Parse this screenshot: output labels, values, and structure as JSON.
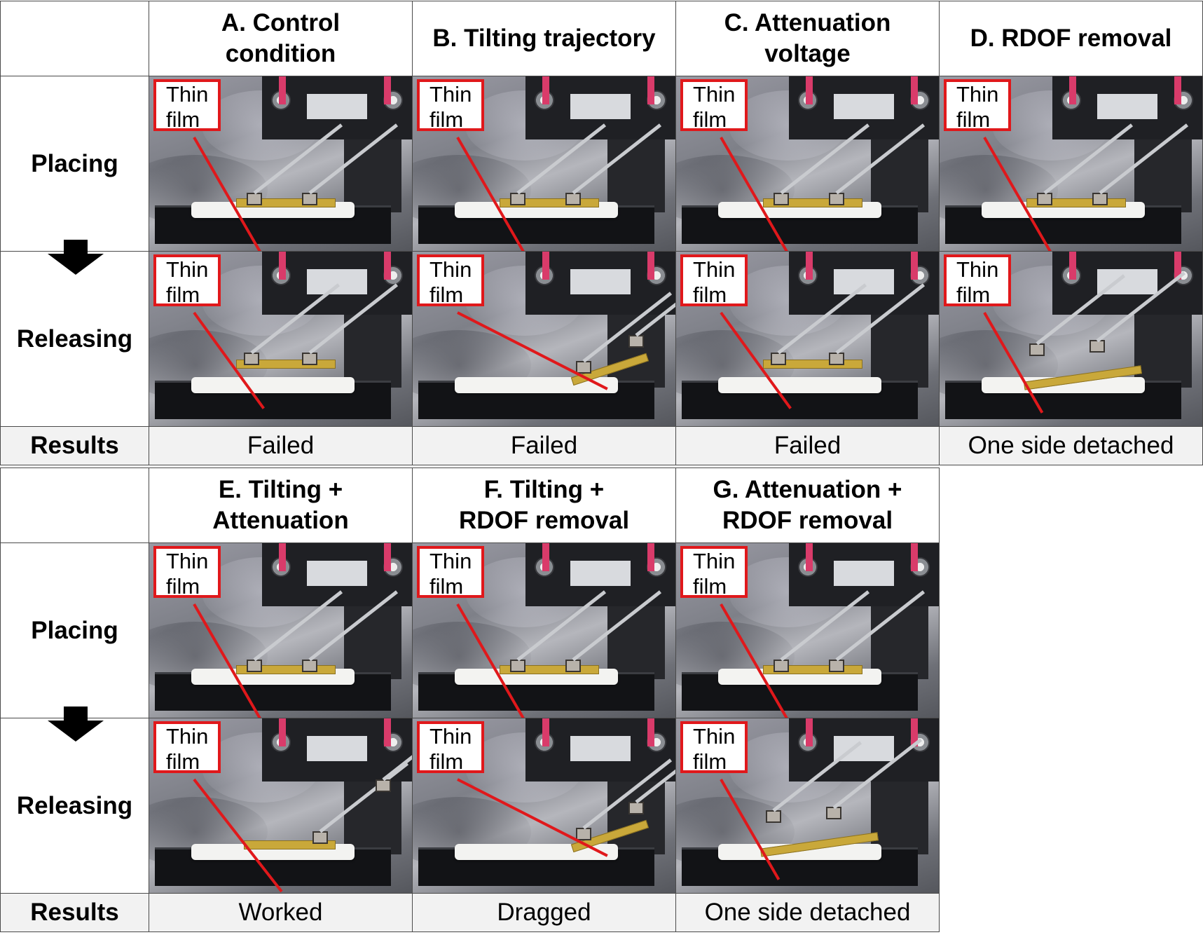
{
  "columns": [
    {
      "letter": "A",
      "title": "A. Control condition"
    },
    {
      "letter": "B",
      "title": "B. Tilting trajectory"
    },
    {
      "letter": "C",
      "title": "C. Attenuation voltage"
    },
    {
      "letter": "D",
      "title": "D. RDOF removal"
    },
    {
      "letter": "E",
      "title": "E. Tilting + Attenuation"
    },
    {
      "letter": "F",
      "title": "F. Tilting + RDOF removal"
    },
    {
      "letter": "G",
      "title": "G. Attenuation + RDOF removal"
    }
  ],
  "headers": {
    "A_line1": "A. Control",
    "A_line2": "condition",
    "B_line1": "B. Tilting trajectory",
    "C_line1": "C. Attenuation",
    "C_line2": "voltage",
    "D_line1": "D. RDOF removal",
    "E_line1": "E. Tilting +",
    "E_line2": "Attenuation",
    "F_line1": "F. Tilting +",
    "F_line2": "RDOF removal",
    "G_line1": "G. Attenuation +",
    "G_line2": "RDOF removal"
  },
  "row_labels": {
    "placing": "Placing",
    "releasing": "Releasing",
    "results": "Results"
  },
  "callout": {
    "line1": "Thin",
    "line2": "film"
  },
  "results": {
    "A": "Failed",
    "B": "Failed",
    "C": "Failed",
    "D": "One side detached",
    "E": "Worked",
    "F": "Dragged",
    "G": "One side detached"
  },
  "colors": {
    "callout_red": "#e0181b",
    "results_bg": "#f2f2f2",
    "grid_line": "#4a4a4a"
  }
}
